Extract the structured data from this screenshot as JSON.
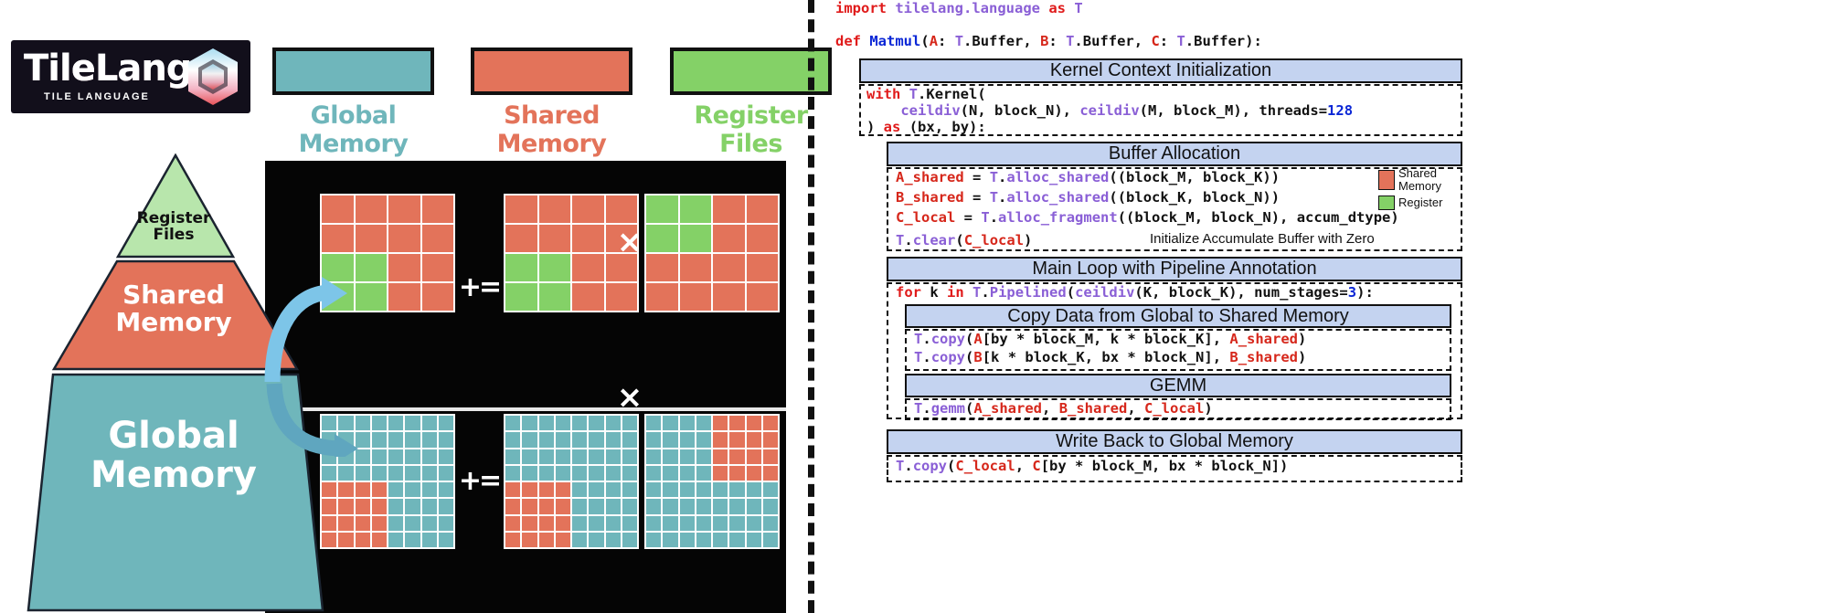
{
  "legend": {
    "logo": {
      "word": "TileLang",
      "subtitle": "TILE LANGUAGE"
    },
    "items": [
      {
        "label": "Global Memory",
        "color": "#6fb6bb"
      },
      {
        "label": "Shared Memory",
        "color": "#e3735a"
      },
      {
        "label": "Register Files",
        "color": "#84d167"
      }
    ]
  },
  "pyramid": {
    "tiers": [
      {
        "label": "Register\nFiles",
        "color": "#b8e6ac",
        "text_color": "#111111"
      },
      {
        "label": "Shared\nMemory",
        "color": "#e3735a",
        "text_color": "#ffffff"
      },
      {
        "label": "Global\nMemory",
        "color": "#6fb6bb",
        "text_color": "#ffffff"
      }
    ]
  },
  "diagram": {
    "operators": {
      "accumulate": "+=",
      "multiply": "×"
    },
    "top_row": {
      "note": "coarse 4x4 register-tile view",
      "matrices": [
        {
          "rows": 4,
          "cols": 4,
          "fill": "shared",
          "highlight_cells": [
            [
              2,
              0
            ],
            [
              2,
              1
            ],
            [
              3,
              0
            ],
            [
              3,
              1
            ]
          ],
          "highlight": "register"
        },
        {
          "rows": 4,
          "cols": 4,
          "fill": "shared",
          "highlight_cells": [
            [
              2,
              0
            ],
            [
              2,
              1
            ],
            [
              3,
              0
            ],
            [
              3,
              1
            ]
          ],
          "highlight": "register"
        },
        {
          "rows": 4,
          "cols": 4,
          "fill": "shared",
          "highlight_cells": [
            [
              0,
              0
            ],
            [
              0,
              1
            ],
            [
              1,
              0
            ],
            [
              1,
              1
            ]
          ],
          "highlight": "register"
        }
      ]
    },
    "bottom_row": {
      "note": "fine 8x8 global-memory view",
      "matrices": [
        {
          "rows": 8,
          "cols": 8,
          "fill": "global",
          "highlight_cells": [
            [
              4,
              0
            ],
            [
              4,
              1
            ],
            [
              4,
              2
            ],
            [
              4,
              3
            ],
            [
              5,
              0
            ],
            [
              5,
              1
            ],
            [
              5,
              2
            ],
            [
              5,
              3
            ],
            [
              6,
              0
            ],
            [
              6,
              1
            ],
            [
              6,
              2
            ],
            [
              6,
              3
            ],
            [
              7,
              0
            ],
            [
              7,
              1
            ],
            [
              7,
              2
            ],
            [
              7,
              3
            ]
          ],
          "highlight": "shared"
        },
        {
          "rows": 8,
          "cols": 8,
          "fill": "global",
          "highlight_cells": [
            [
              4,
              0
            ],
            [
              4,
              1
            ],
            [
              4,
              2
            ],
            [
              4,
              3
            ],
            [
              5,
              0
            ],
            [
              5,
              1
            ],
            [
              5,
              2
            ],
            [
              5,
              3
            ],
            [
              6,
              0
            ],
            [
              6,
              1
            ],
            [
              6,
              2
            ],
            [
              6,
              3
            ],
            [
              7,
              0
            ],
            [
              7,
              1
            ],
            [
              7,
              2
            ],
            [
              7,
              3
            ]
          ],
          "highlight": "shared"
        },
        {
          "rows": 8,
          "cols": 8,
          "fill": "global",
          "highlight_cells": [
            [
              0,
              4
            ],
            [
              0,
              5
            ],
            [
              0,
              6
            ],
            [
              0,
              7
            ],
            [
              1,
              4
            ],
            [
              1,
              5
            ],
            [
              1,
              6
            ],
            [
              1,
              7
            ],
            [
              2,
              4
            ],
            [
              2,
              5
            ],
            [
              2,
              6
            ],
            [
              2,
              7
            ],
            [
              3,
              4
            ],
            [
              3,
              5
            ],
            [
              3,
              6
            ],
            [
              3,
              7
            ]
          ],
          "highlight": "shared"
        }
      ]
    }
  },
  "code": {
    "line_import": "import tilelang.language as T",
    "line_def": "def Matmul(A: T.Buffer, B: T.Buffer, C: T.Buffer):",
    "sections": [
      {
        "title": "Kernel Context Initialization",
        "lines": [
          "with T.Kernel(",
          "    ceildiv(N, block_N), ceildiv(M, block_M), threads=128",
          ") as (bx, by):"
        ]
      },
      {
        "title": "Buffer Allocation",
        "lines": [
          "A_shared = T.alloc_shared((block_M, block_K))",
          "B_shared = T.alloc_shared((block_K, block_N))",
          "C_local = T.alloc_fragment((block_M, block_N), accum_dtype)",
          "T.clear(C_local)"
        ],
        "annotation": "Initialize Accumulate Buffer with Zero"
      },
      {
        "title": "Main Loop with Pipeline Annotation",
        "lines": [
          "for k in T.Pipelined(ceildiv(K, block_K), num_stages=3):"
        ]
      },
      {
        "title": "Copy Data from Global to Shared Memory",
        "lines": [
          "T.copy(A[by * block_M, k * block_K], A_shared)",
          "T.copy(B[k * block_K, bx * block_N], B_shared)"
        ]
      },
      {
        "title": "GEMM",
        "lines": [
          "T.gemm(A_shared, B_shared, C_local)"
        ]
      },
      {
        "title": "Write Back to Global Memory",
        "lines": [
          "T.copy(C_local, C[by * block_M, bx * block_N])"
        ]
      }
    ],
    "mini_legend": [
      {
        "label": "Shared\nMemory",
        "color": "#e3735a"
      },
      {
        "label": "Register",
        "color": "#84d167"
      }
    ]
  }
}
